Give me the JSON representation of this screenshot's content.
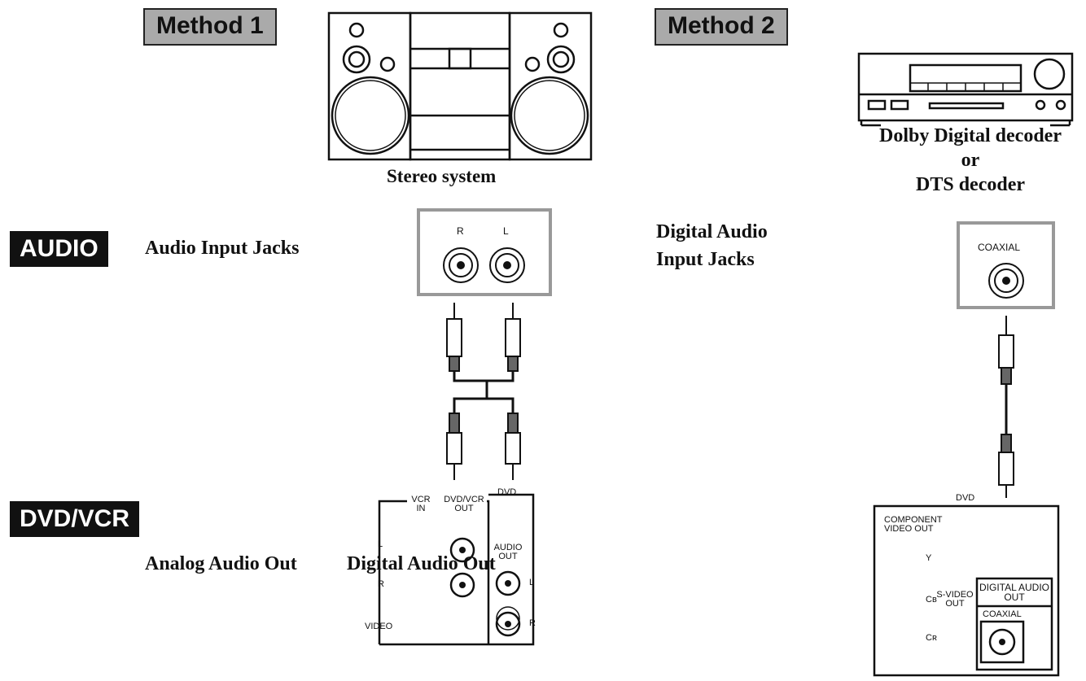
{
  "method1": "Method 1",
  "method2": "Method 2",
  "stereo_caption": "Stereo system",
  "decoder_caption": [
    "Dolby Digital decoder",
    "or",
    "DTS decoder"
  ],
  "audio_badge": "AUDIO",
  "audio_input_jacks": "Audio Input Jacks",
  "digital_audio_input": [
    "Digital Audio",
    "Input Jacks"
  ],
  "dvdvcr_badge": "DVD/VCR",
  "analog_out": "Analog Audio Out",
  "digital_out": "Digital Audio Out",
  "jack_panel_left": {
    "r": "R",
    "l": "L"
  },
  "jack_panel_right": {
    "coaxial": "COAXIAL"
  },
  "dvdvcr_panel": {
    "vcr_in": "VCR IN",
    "dvdvcr_out": "DVD/VCR OUT",
    "dvd": "DVD",
    "audio_out": "AUDIO OUT",
    "l_left": "L",
    "r_left": "R",
    "l_right": "L",
    "r_right": "R",
    "video": "VIDEO"
  },
  "dvd_panel": {
    "dvd": "DVD",
    "component_video_out": "COMPONENT VIDEO OUT",
    "y": "Y",
    "cb": "Cʙ",
    "cr": "Cʀ",
    "svideo_out": "S-VIDEO OUT",
    "digital_audio_out": "DIGITAL AUDIO OUT",
    "coaxial": "COAXIAL"
  }
}
